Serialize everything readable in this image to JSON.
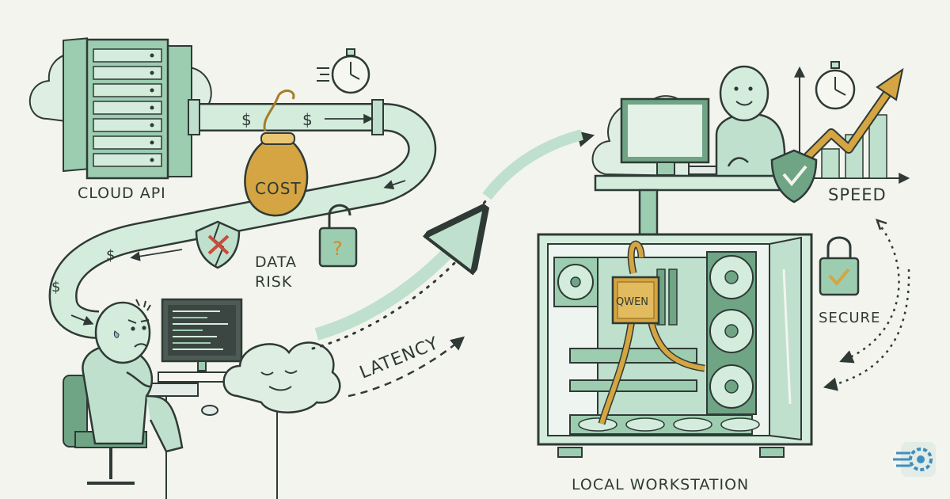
{
  "labels": {
    "cloud_api": "CLOUD API",
    "cost": "COST",
    "data_risk_line1": "DATA",
    "data_risk_line2": "RISK",
    "latency": "LATENCY",
    "qwen": "QWEN",
    "speed": "SPEED",
    "secure": "SECURE",
    "local_workstation": "LOCAL WORKSTATION",
    "dollar": "$",
    "question": "?"
  },
  "colors": {
    "background": "#f3f4ee",
    "mint": "#bfe0cc",
    "mint_dark": "#6fa585",
    "green": "#4f8f6b",
    "ink": "#2f3a36",
    "gold": "#d4a542",
    "gold_dark": "#a67c2a",
    "red": "#c94b3c",
    "tan": "#e8d6b0"
  },
  "icons": [
    "server-rack-icon",
    "cloud-icon",
    "stopwatch-icon",
    "money-bag-icon",
    "broken-shield-icon",
    "unlocked-padlock-icon",
    "monitor-icon",
    "trend-arrow-icon",
    "shield-check-icon",
    "locked-padlock-icon",
    "site-logo-icon"
  ]
}
